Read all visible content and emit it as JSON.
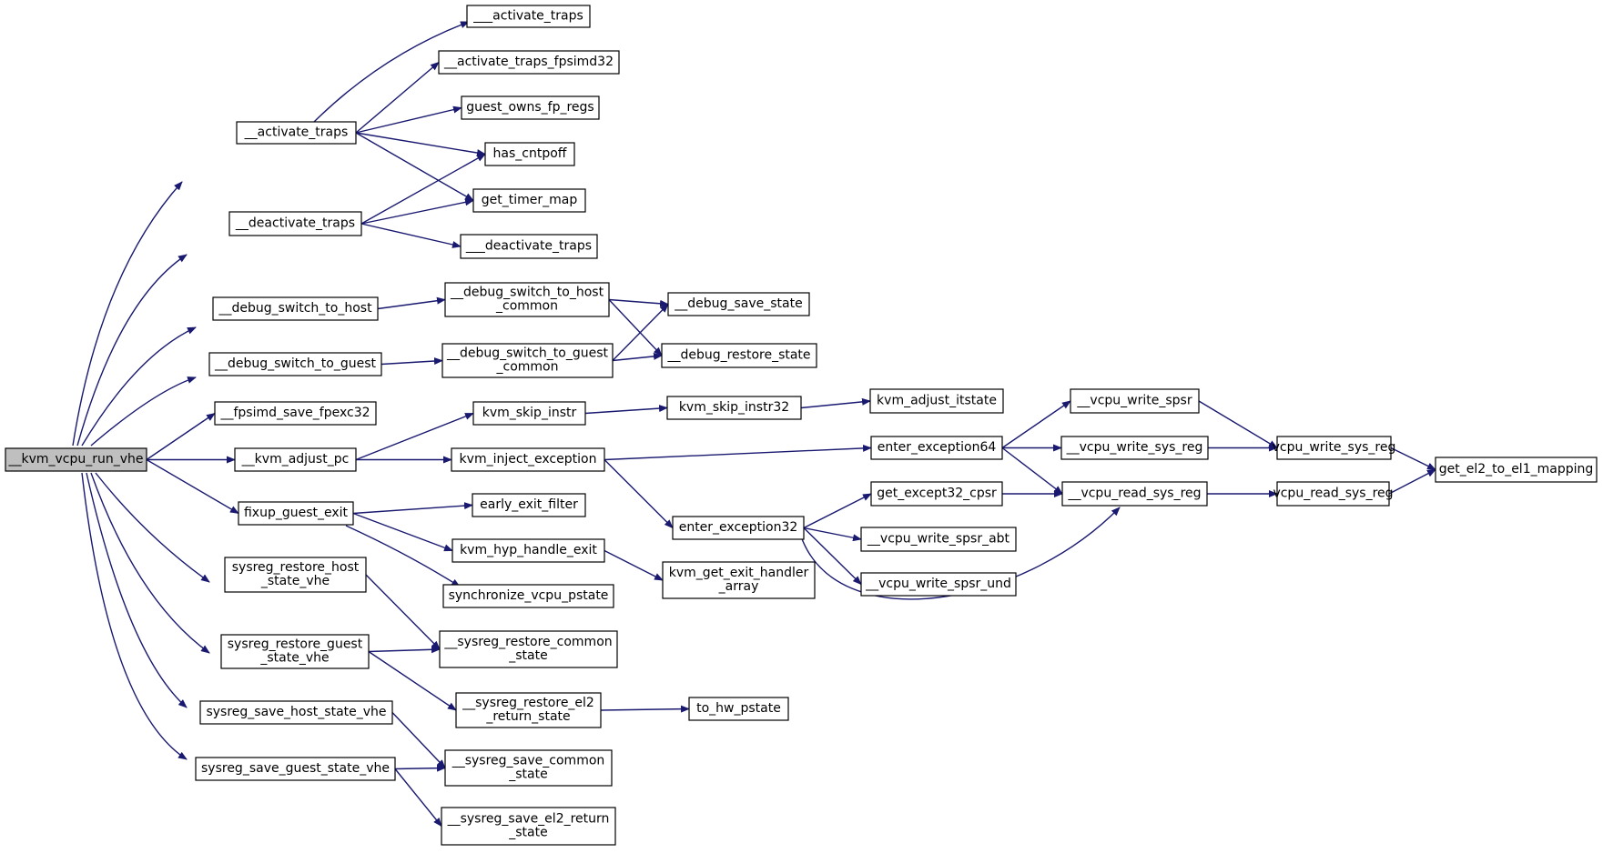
{
  "graph": {
    "edge_color": "#191970",
    "root_fill": "#bfbfbf",
    "node_fill": "#ffffff",
    "nodes": [
      {
        "id": "root",
        "label": [
          "__kvm_vcpu_run_vhe"
        ],
        "root": true
      },
      {
        "id": "activate_traps",
        "label": [
          "__activate_traps"
        ]
      },
      {
        "id": "activate_traps3",
        "label": [
          "___activate_traps"
        ]
      },
      {
        "id": "activate_traps_fpsimd32",
        "label": [
          "__activate_traps_fpsimd32"
        ]
      },
      {
        "id": "guest_owns_fp_regs",
        "label": [
          "guest_owns_fp_regs"
        ]
      },
      {
        "id": "has_cntpoff",
        "label": [
          "has_cntpoff"
        ]
      },
      {
        "id": "get_timer_map",
        "label": [
          "get_timer_map"
        ]
      },
      {
        "id": "deactivate_traps",
        "label": [
          "__deactivate_traps"
        ]
      },
      {
        "id": "deactivate_traps3",
        "label": [
          "___deactivate_traps"
        ]
      },
      {
        "id": "debug_switch_to_host",
        "label": [
          "__debug_switch_to_host"
        ]
      },
      {
        "id": "debug_switch_to_host_common",
        "label": [
          "__debug_switch_to_host",
          "_common"
        ]
      },
      {
        "id": "debug_save_state",
        "label": [
          "__debug_save_state"
        ]
      },
      {
        "id": "debug_restore_state",
        "label": [
          "__debug_restore_state"
        ]
      },
      {
        "id": "debug_switch_to_guest",
        "label": [
          "__debug_switch_to_guest"
        ]
      },
      {
        "id": "debug_switch_to_guest_common",
        "label": [
          "__debug_switch_to_guest",
          "_common"
        ]
      },
      {
        "id": "fpsimd_save_fpexc32",
        "label": [
          "__fpsimd_save_fpexc32"
        ]
      },
      {
        "id": "kvm_adjust_pc",
        "label": [
          "__kvm_adjust_pc"
        ]
      },
      {
        "id": "kvm_skip_instr",
        "label": [
          "kvm_skip_instr"
        ]
      },
      {
        "id": "kvm_skip_instr32",
        "label": [
          "kvm_skip_instr32"
        ]
      },
      {
        "id": "kvm_adjust_itstate",
        "label": [
          "kvm_adjust_itstate"
        ]
      },
      {
        "id": "kvm_inject_exception",
        "label": [
          "kvm_inject_exception"
        ]
      },
      {
        "id": "enter_exception64",
        "label": [
          "enter_exception64"
        ]
      },
      {
        "id": "vcpu_write_spsr",
        "label": [
          "__vcpu_write_spsr"
        ]
      },
      {
        "id": "vcpu_write_sys_reg_",
        "label": [
          "__vcpu_write_sys_reg"
        ]
      },
      {
        "id": "vcpu_write_sys_reg",
        "label": [
          "vcpu_write_sys_reg"
        ]
      },
      {
        "id": "get_el2_to_el1_mapping",
        "label": [
          "get_el2_to_el1_mapping"
        ]
      },
      {
        "id": "vcpu_read_sys_reg_",
        "label": [
          "__vcpu_read_sys_reg"
        ]
      },
      {
        "id": "vcpu_read_sys_reg",
        "label": [
          "vcpu_read_sys_reg"
        ]
      },
      {
        "id": "enter_exception32",
        "label": [
          "enter_exception32"
        ]
      },
      {
        "id": "get_except32_cpsr",
        "label": [
          "get_except32_cpsr"
        ]
      },
      {
        "id": "vcpu_write_spsr_abt",
        "label": [
          "__vcpu_write_spsr_abt"
        ]
      },
      {
        "id": "vcpu_write_spsr_und",
        "label": [
          "__vcpu_write_spsr_und"
        ]
      },
      {
        "id": "fixup_guest_exit",
        "label": [
          "fixup_guest_exit"
        ]
      },
      {
        "id": "early_exit_filter",
        "label": [
          "early_exit_filter"
        ]
      },
      {
        "id": "kvm_hyp_handle_exit",
        "label": [
          "kvm_hyp_handle_exit"
        ]
      },
      {
        "id": "kvm_get_exit_handler_array",
        "label": [
          "kvm_get_exit_handler",
          "_array"
        ]
      },
      {
        "id": "synchronize_vcpu_pstate",
        "label": [
          "synchronize_vcpu_pstate"
        ]
      },
      {
        "id": "sysreg_restore_host_state_vhe",
        "label": [
          "sysreg_restore_host",
          "_state_vhe"
        ]
      },
      {
        "id": "sysreg_restore_common_state",
        "label": [
          "__sysreg_restore_common",
          "_state"
        ]
      },
      {
        "id": "sysreg_restore_guest_state_vhe",
        "label": [
          "sysreg_restore_guest",
          "_state_vhe"
        ]
      },
      {
        "id": "sysreg_restore_el2_return_state",
        "label": [
          "__sysreg_restore_el2",
          "_return_state"
        ]
      },
      {
        "id": "to_hw_pstate",
        "label": [
          "to_hw_pstate"
        ]
      },
      {
        "id": "sysreg_save_host_state_vhe",
        "label": [
          "sysreg_save_host_state_vhe"
        ]
      },
      {
        "id": "sysreg_save_common_state",
        "label": [
          "__sysreg_save_common",
          "_state"
        ]
      },
      {
        "id": "sysreg_save_guest_state_vhe",
        "label": [
          "sysreg_save_guest_state_vhe"
        ]
      },
      {
        "id": "sysreg_save_el2_return_state",
        "label": [
          "__sysreg_save_el2_return",
          "_state"
        ]
      }
    ],
    "edges": [
      [
        "root",
        "activate_traps"
      ],
      [
        "root",
        "deactivate_traps"
      ],
      [
        "root",
        "debug_switch_to_host"
      ],
      [
        "root",
        "debug_switch_to_guest"
      ],
      [
        "root",
        "fpsimd_save_fpexc32"
      ],
      [
        "root",
        "kvm_adjust_pc"
      ],
      [
        "root",
        "fixup_guest_exit"
      ],
      [
        "root",
        "sysreg_restore_host_state_vhe"
      ],
      [
        "root",
        "sysreg_restore_guest_state_vhe"
      ],
      [
        "root",
        "sysreg_save_host_state_vhe"
      ],
      [
        "root",
        "sysreg_save_guest_state_vhe"
      ],
      [
        "activate_traps",
        "activate_traps3"
      ],
      [
        "activate_traps",
        "activate_traps_fpsimd32"
      ],
      [
        "activate_traps",
        "guest_owns_fp_regs"
      ],
      [
        "activate_traps",
        "has_cntpoff"
      ],
      [
        "activate_traps",
        "get_timer_map"
      ],
      [
        "deactivate_traps",
        "has_cntpoff"
      ],
      [
        "deactivate_traps",
        "get_timer_map"
      ],
      [
        "deactivate_traps",
        "deactivate_traps3"
      ],
      [
        "debug_switch_to_host",
        "debug_switch_to_host_common"
      ],
      [
        "debug_switch_to_host_common",
        "debug_save_state"
      ],
      [
        "debug_switch_to_host_common",
        "debug_restore_state"
      ],
      [
        "debug_switch_to_guest",
        "debug_switch_to_guest_common"
      ],
      [
        "debug_switch_to_guest_common",
        "debug_save_state"
      ],
      [
        "debug_switch_to_guest_common",
        "debug_restore_state"
      ],
      [
        "kvm_adjust_pc",
        "kvm_skip_instr"
      ],
      [
        "kvm_adjust_pc",
        "kvm_inject_exception"
      ],
      [
        "kvm_skip_instr",
        "kvm_skip_instr32"
      ],
      [
        "kvm_skip_instr32",
        "kvm_adjust_itstate"
      ],
      [
        "kvm_inject_exception",
        "enter_exception64"
      ],
      [
        "kvm_inject_exception",
        "enter_exception32"
      ],
      [
        "enter_exception64",
        "vcpu_write_spsr"
      ],
      [
        "enter_exception64",
        "vcpu_write_sys_reg_"
      ],
      [
        "enter_exception64",
        "vcpu_read_sys_reg_"
      ],
      [
        "vcpu_write_spsr",
        "vcpu_write_sys_reg"
      ],
      [
        "vcpu_write_sys_reg_",
        "vcpu_write_sys_reg"
      ],
      [
        "vcpu_write_sys_reg",
        "get_el2_to_el1_mapping"
      ],
      [
        "vcpu_read_sys_reg_",
        "vcpu_read_sys_reg"
      ],
      [
        "vcpu_read_sys_reg",
        "get_el2_to_el1_mapping"
      ],
      [
        "enter_exception32",
        "get_except32_cpsr"
      ],
      [
        "enter_exception32",
        "vcpu_write_spsr_abt"
      ],
      [
        "enter_exception32",
        "vcpu_write_spsr_und"
      ],
      [
        "enter_exception32",
        "vcpu_read_sys_reg_"
      ],
      [
        "get_except32_cpsr",
        "vcpu_read_sys_reg_"
      ],
      [
        "fixup_guest_exit",
        "early_exit_filter"
      ],
      [
        "fixup_guest_exit",
        "kvm_hyp_handle_exit"
      ],
      [
        "fixup_guest_exit",
        "synchronize_vcpu_pstate"
      ],
      [
        "kvm_hyp_handle_exit",
        "kvm_get_exit_handler_array"
      ],
      [
        "sysreg_restore_host_state_vhe",
        "sysreg_restore_common_state"
      ],
      [
        "sysreg_restore_guest_state_vhe",
        "sysreg_restore_common_state"
      ],
      [
        "sysreg_restore_guest_state_vhe",
        "sysreg_restore_el2_return_state"
      ],
      [
        "sysreg_restore_el2_return_state",
        "to_hw_pstate"
      ],
      [
        "sysreg_save_host_state_vhe",
        "sysreg_save_common_state"
      ],
      [
        "sysreg_save_guest_state_vhe",
        "sysreg_save_common_state"
      ],
      [
        "sysreg_save_guest_state_vhe",
        "sysreg_save_el2_return_state"
      ]
    ]
  }
}
